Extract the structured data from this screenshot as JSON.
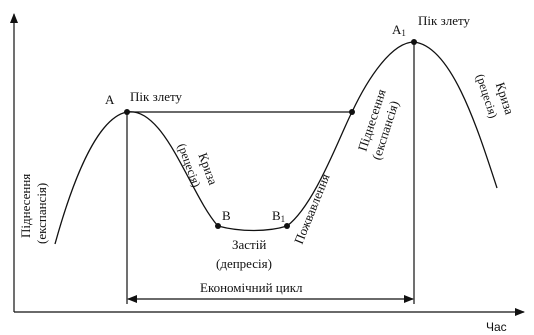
{
  "diagram": {
    "axis_x_label": "Час",
    "points": {
      "A": "A",
      "A1_main": "A",
      "A1_sub": "1",
      "B": "B",
      "B1_main": "B",
      "B1_sub": "1"
    },
    "labels": {
      "peak_a": "Пік злету",
      "peak_a1": "Пік злету",
      "growth_left_1": "Піднесення",
      "growth_left_2": "(експансія)",
      "crisis_mid_1": "Криза",
      "crisis_mid_2": "(рецесія)",
      "stagnation_1": "Застій",
      "stagnation_2": "(депресія)",
      "revival": "Пожвавлення",
      "growth_right_1": "Піднесення",
      "growth_right_2": "(експансія)",
      "crisis_right_1": "Криза",
      "crisis_right_2": "(рецесія)",
      "economic_cycle": "Економічний цикл"
    },
    "colors": {
      "ink": "#111111",
      "background": "#ffffff"
    }
  }
}
